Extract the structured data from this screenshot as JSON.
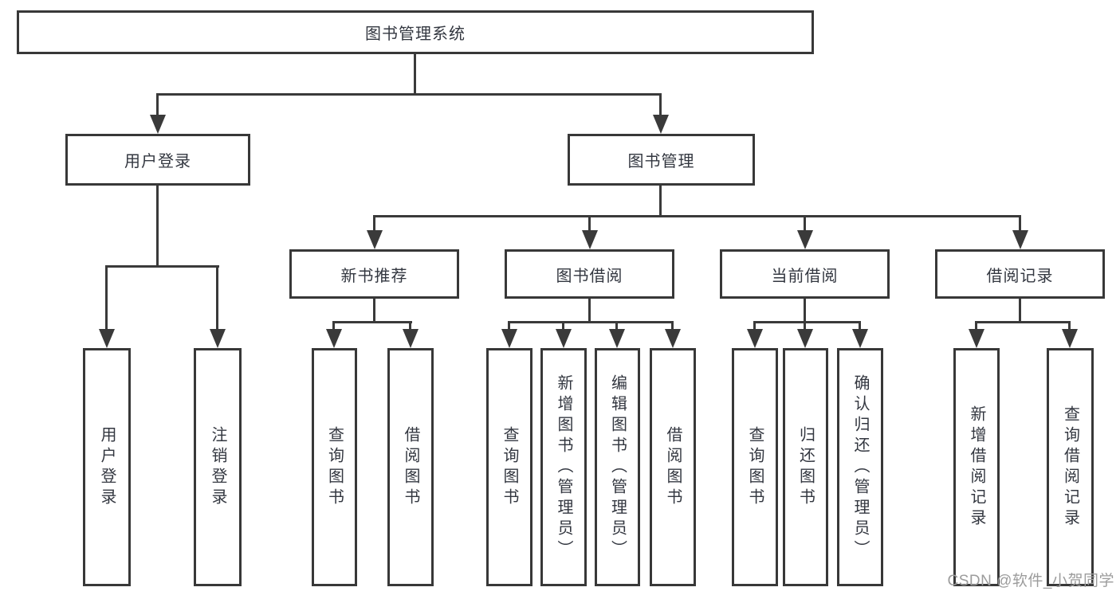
{
  "tree": {
    "root": {
      "label": "图书管理系统"
    },
    "children": [
      {
        "label": "用户登录",
        "children": [
          {
            "label": "用户登录"
          },
          {
            "label": "注销登录"
          }
        ]
      },
      {
        "label": "图书管理",
        "children": [
          {
            "label": "新书推荐",
            "children": [
              {
                "label": "查询图书"
              },
              {
                "label": "借阅图书"
              }
            ]
          },
          {
            "label": "图书借阅",
            "children": [
              {
                "label": "查询图书"
              },
              {
                "label": "新增图书（管理员）"
              },
              {
                "label": "编辑图书（管理员）"
              },
              {
                "label": "借阅图书"
              }
            ]
          },
          {
            "label": "当前借阅",
            "children": [
              {
                "label": "查询图书"
              },
              {
                "label": "归还图书"
              },
              {
                "label": "确认归还（管理员）"
              }
            ]
          },
          {
            "label": "借阅记录",
            "children": [
              {
                "label": "新增借阅记录"
              },
              {
                "label": "查询借阅记录"
              }
            ]
          }
        ]
      }
    ]
  },
  "watermark": "CSDN @软件_小贺同学",
  "colors": {
    "line": "#3a3a3a",
    "text": "#333740",
    "watermark": "#9c9c9c",
    "background": "#ffffff"
  }
}
